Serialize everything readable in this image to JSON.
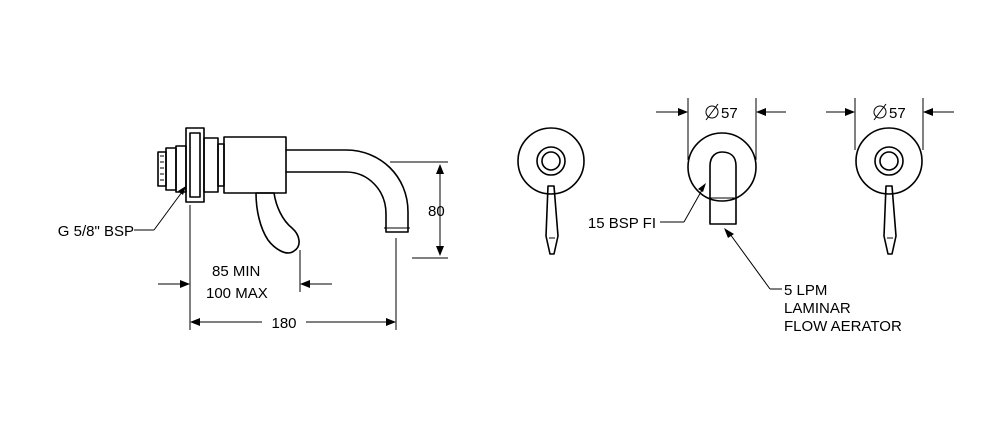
{
  "labels": {
    "thread_left": "G 5/8\" BSP",
    "min_depth": "85 MIN",
    "max_depth": "100 MAX",
    "spout_length": "180",
    "spout_height": "80",
    "diameter_a": "57",
    "diameter_b": "57",
    "thread_right": "15 BSP FI",
    "aerator_line1": "5 LPM",
    "aerator_line2": "LAMINAR",
    "aerator_line3": "FLOW AERATOR"
  }
}
